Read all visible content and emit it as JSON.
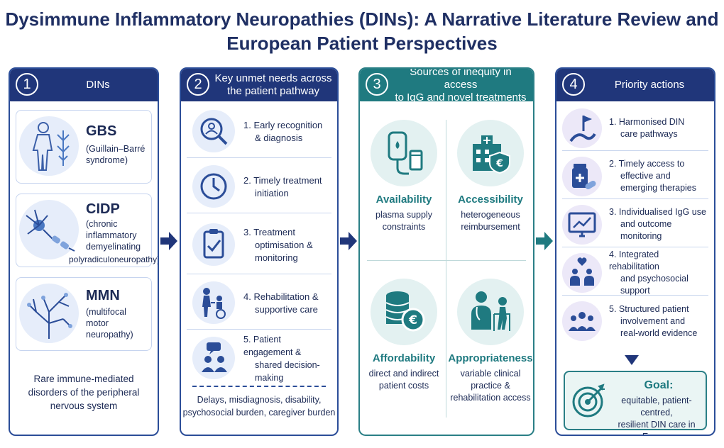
{
  "title_line1": "Dysimmune Inflammatory Neuropathies (DINs): A Narrative Literature Review and",
  "title_line2": "European Patient Perspectives",
  "panel1": {
    "number": "1",
    "title": "DINs",
    "diseases": [
      {
        "abbr": "GBS",
        "full": [
          "(Guillain–Barré",
          "syndrome)"
        ],
        "icon": "human-body-nerves-icon"
      },
      {
        "abbr": "CIDP",
        "full": [
          "(chronic",
          "inflammatory",
          "demyelinating",
          "polyradiculoneuropathy)"
        ],
        "icon": "neuron-icon"
      },
      {
        "abbr": "MMN",
        "full": [
          "(multifocal",
          "motor",
          "neuropathy)"
        ],
        "icon": "nerve-branch-icon"
      }
    ],
    "footer": [
      "Rare immune-mediated",
      "disorders of the peripheral",
      "nervous system"
    ]
  },
  "panel2": {
    "number": "2",
    "title": [
      "Key unmet needs across",
      "the patient pathway"
    ],
    "items": [
      {
        "text": [
          "1.  Early recognition",
          "& diagnosis"
        ],
        "icon": "magnifier-person-icon"
      },
      {
        "text": [
          "2.  Timely treatment",
          "initiation"
        ],
        "icon": "clock-icon"
      },
      {
        "text": [
          "3.  Treatment",
          "optimisation &",
          "monitoring"
        ],
        "icon": "clipboard-check-icon"
      },
      {
        "text": [
          "4.  Rehabilitation &",
          "supportive care"
        ],
        "icon": "caregiver-wheelchair-icon"
      },
      {
        "text": [
          "5.  Patient engagement &",
          "shared decision-making"
        ],
        "icon": "people-chat-icon"
      }
    ],
    "footer": [
      "Delays, misdiagnosis, disability,",
      "psychosocial burden, caregiver burden"
    ]
  },
  "panel3": {
    "number": "3",
    "title": [
      "Sources of inequity in access",
      "to IgG and novel treatments"
    ],
    "quadrants": [
      {
        "head": "Availability",
        "sub": [
          "plasma supply",
          "constraints"
        ],
        "icon": "iv-bag-icon"
      },
      {
        "head": "Accessibility",
        "sub": [
          "heterogeneous",
          "reimbursement"
        ],
        "icon": "hospital-euro-shield-icon"
      },
      {
        "head": "Affordability",
        "sub": [
          "direct and indirect",
          "patient costs"
        ],
        "icon": "coin-stack-euro-icon"
      },
      {
        "head": "Appropriateness",
        "sub": [
          "variable clinical",
          "practice &",
          "rehabilitation access"
        ],
        "icon": "doctor-patient-walker-icon"
      }
    ]
  },
  "panel4": {
    "number": "4",
    "title": "Priority actions",
    "items": [
      {
        "text": [
          "1.  Harmonised DIN",
          "care pathways"
        ],
        "icon": "flag-path-icon"
      },
      {
        "text": [
          "2.  Timely access to",
          "effective and",
          "emerging therapies"
        ],
        "icon": "medicine-bottle-icon"
      },
      {
        "text": [
          "3.  Individualised IgG use",
          "and outcome",
          "monitoring"
        ],
        "icon": "monitor-chart-icon"
      },
      {
        "text": [
          "4.  Integrated rehabilitation",
          "and psychosocial",
          "support"
        ],
        "icon": "people-heart-icon"
      },
      {
        "text": [
          "5.  Structured patient",
          "involvement and",
          "real-world evidence"
        ],
        "icon": "group-people-icon"
      }
    ],
    "goal_title": "Goal:",
    "goal_text": [
      "equitable, patient-centred,",
      "resilient DIN care in Europe"
    ]
  },
  "colors": {
    "navy": "#20367a",
    "teal": "#1f7a80",
    "text": "#1c2a55",
    "light_blue": "#e6edfa",
    "light_teal": "#e3f1f1"
  }
}
